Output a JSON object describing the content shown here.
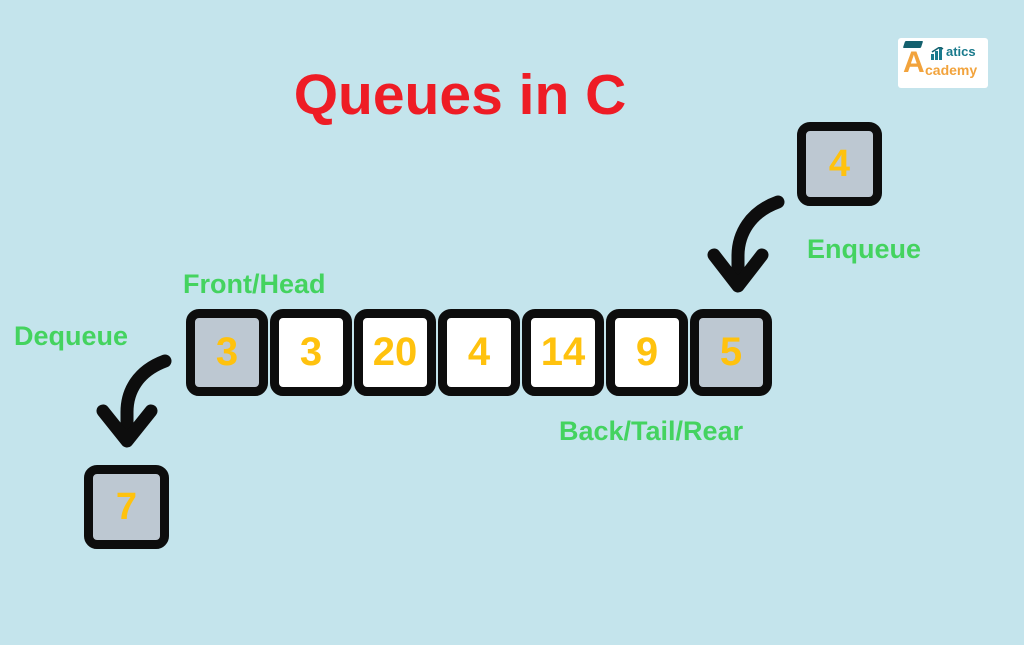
{
  "title": "Queues in C",
  "logo": {
    "letter": "A",
    "word_top": "atics",
    "word_bottom": "cademy"
  },
  "labels": {
    "front": "Front/Head",
    "back": "Back/Tail/Rear",
    "dequeue": "Dequeue",
    "enqueue": "Enqueue"
  },
  "queue": {
    "cells": [
      "3",
      "3",
      "20",
      "4",
      "14",
      "9",
      "5"
    ]
  },
  "enqueue_value": "4",
  "dequeue_value": "7",
  "colors": {
    "background": "#c4e4ec",
    "title_red": "#ee1c25",
    "label_green": "#44d35f",
    "number_yellow": "#ffc20e",
    "cell_gray": "#bdc8d2",
    "stroke_black": "#0d0d0d",
    "logo_teal": "#1a7a8c",
    "logo_orange": "#f2a33c"
  }
}
